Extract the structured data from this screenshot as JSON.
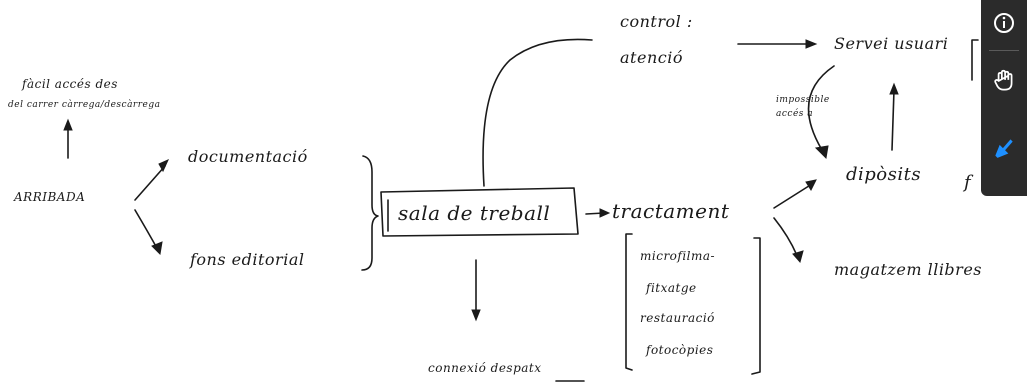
{
  "diagram": {
    "labels": {
      "top_note_line1": "fàcil accés des",
      "top_note_line2": "del carrer càrrega/descàrrega",
      "arribada": "ARRIBADA",
      "documentacio": "documentació",
      "fons_editorial": "fons editorial",
      "sala_de_treball": "sala de treball",
      "tractament": "tractament",
      "control_line1": "control :",
      "control_line2": "atenció",
      "servei_usuaris": "Servei usuari",
      "impossible_line1": "impossible",
      "impossible_line2": "accés a",
      "diposits": "dipòsits",
      "diposits_suffix": "f",
      "magatzem_llibres": "magatzem llibres",
      "microfilmacio": "microfilma-",
      "fitxatge": "fitxatge",
      "restauracio": "restauració",
      "fotocopies": "fotocòpies",
      "connexio_despatx": "connexió despatx"
    }
  },
  "toolbar": {
    "icons": [
      "info-icon",
      "hand-icon",
      "arrow-icon"
    ],
    "accent_color": "#1e90ff",
    "background": "#2b2b2b"
  }
}
